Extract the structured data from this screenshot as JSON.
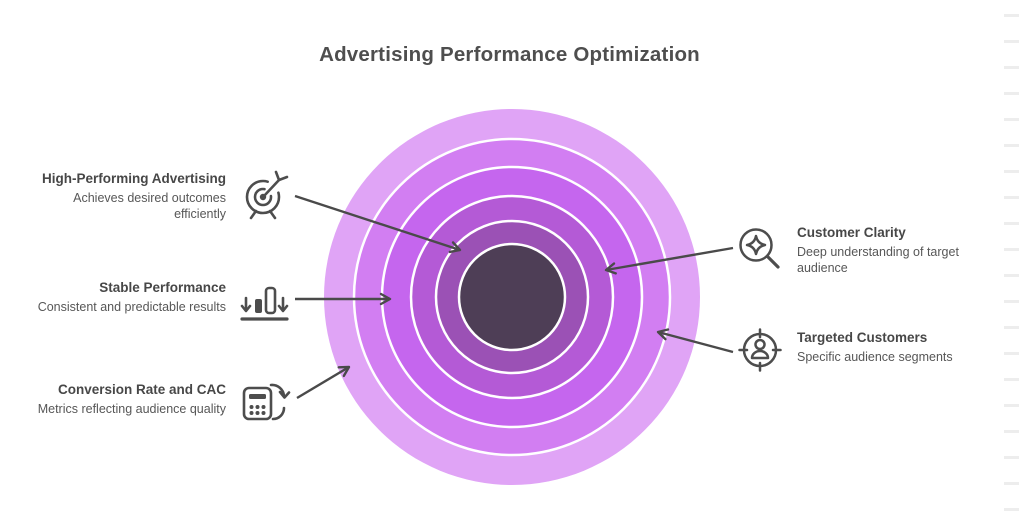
{
  "title": "Advertising Performance Optimization",
  "colors": {
    "ring_1": "#e0a4f6",
    "ring_2": "#d27ef2",
    "ring_3": "#c566ee",
    "ring_4": "#b45ad6",
    "ring_5": "#9b51b5",
    "center": "#4e3e56",
    "ring_separator": "#ffffff",
    "arrow": "#4a4a4a",
    "icon": "#4d4d4d",
    "title_text": "#4e4e4e",
    "label_title_text": "#474747",
    "label_desc_text": "#575757"
  },
  "diagram": {
    "type": "concentric-rings",
    "arrow_color": "#4a4a4a",
    "rings": [
      {
        "level": 1,
        "r": 188,
        "color": "#e0a4f6"
      },
      {
        "level": 2,
        "r": 158,
        "color": "#d27ef2"
      },
      {
        "level": 3,
        "r": 130,
        "color": "#c566ee"
      },
      {
        "level": 4,
        "r": 101,
        "color": "#b45ad6"
      },
      {
        "level": 5,
        "r": 76,
        "color": "#9b51b5"
      },
      {
        "level": 6,
        "r": 53,
        "color": "#4e3e56"
      }
    ]
  },
  "callouts": {
    "left": [
      {
        "title": "High-Performing Advertising",
        "description": "Achieves desired outcomes efficiently",
        "icon": "target-dart-icon"
      },
      {
        "title": "Stable Performance",
        "description": "Consistent and predictable results",
        "icon": "bar-chart-decline-icon"
      },
      {
        "title": "Conversion Rate and CAC",
        "description": "Metrics reflecting audience quality",
        "icon": "calculator-refresh-icon"
      }
    ],
    "right": [
      {
        "title": "Customer Clarity",
        "description": "Deep understanding of target audience",
        "icon": "magnifier-sparkle-icon"
      },
      {
        "title": "Targeted Customers",
        "description": "Specific audience segments",
        "icon": "person-target-icon"
      }
    ]
  }
}
